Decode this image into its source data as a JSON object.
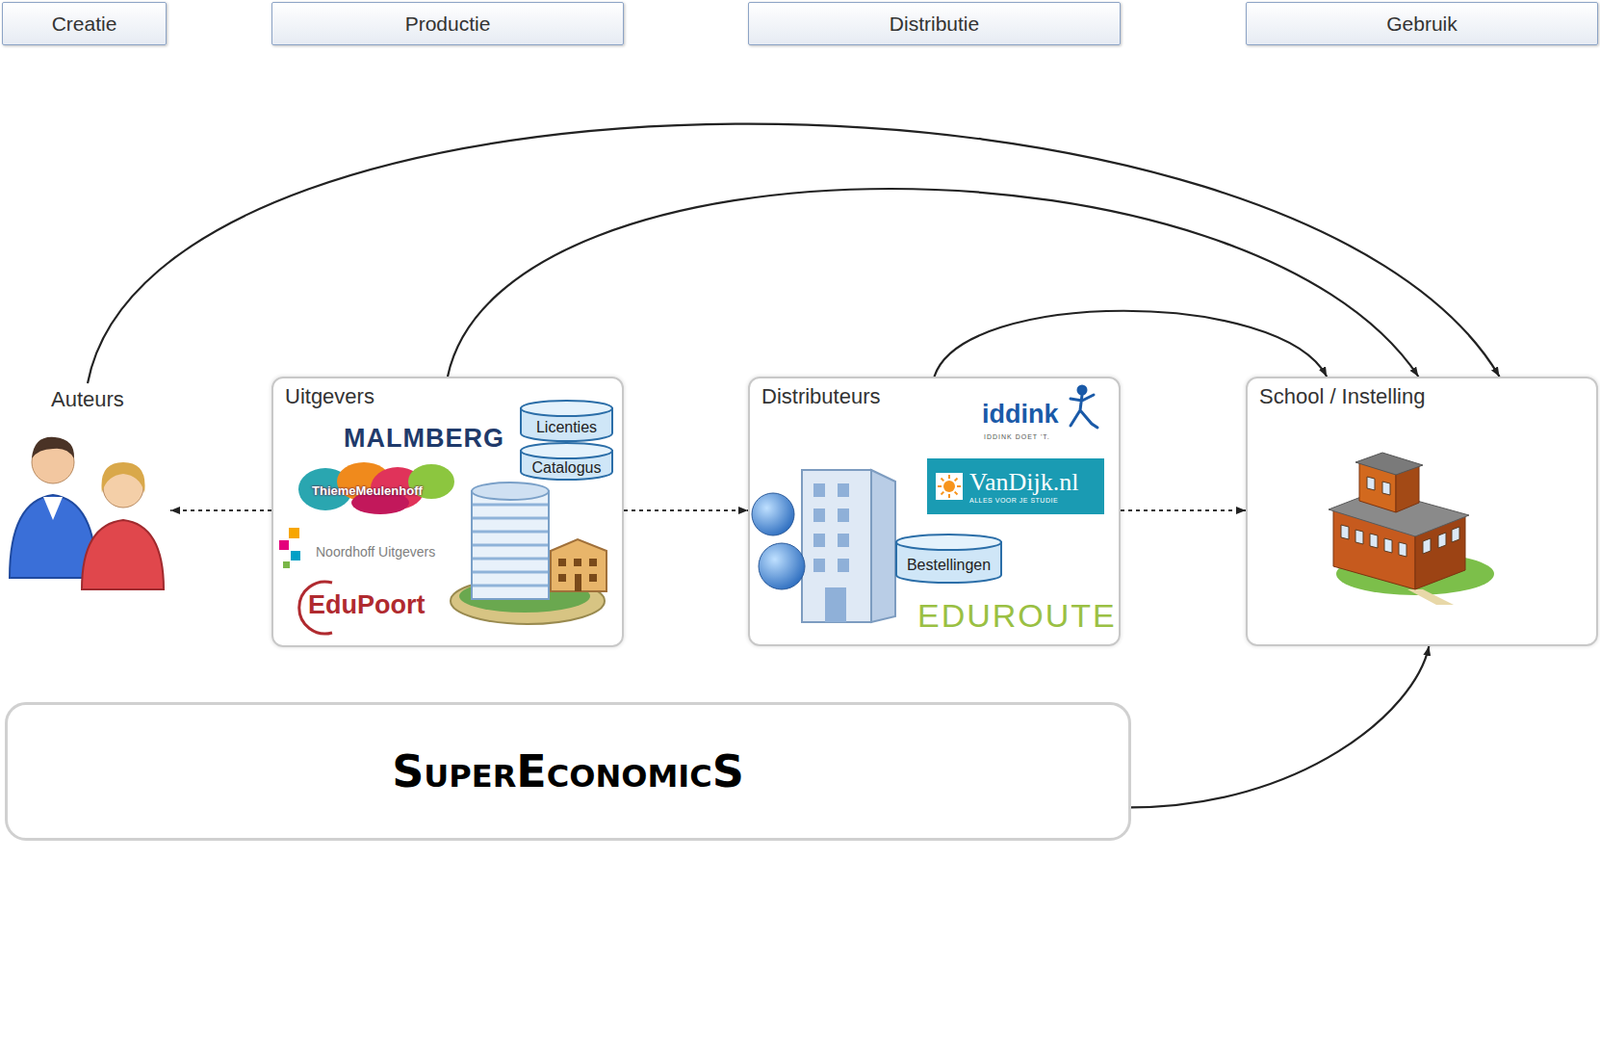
{
  "diagram": {
    "nodes": [
      {
        "text": [
          "Creatie"
        ]
      },
      {
        "text": [
          "Productie"
        ]
      },
      {
        "text": [
          "Distributie"
        ]
      },
      {
        "text": [
          "Gebruik"
        ]
      },
      {
        "text": [
          "Auteurs"
        ]
      },
      {
        "text": [
          "Uitgevers"
        ]
      },
      {
        "text": [
          "Licenties"
        ],
        "in": 5
      },
      {
        "text": [
          "Catalogus"
        ],
        "in": 5
      },
      {
        "text": [
          "Distributeurs"
        ]
      },
      {
        "text": [
          "VanDijk.nl",
          "ALLES VOOR JE STUDIE"
        ],
        "in": 8
      },
      {
        "text": [
          "Bestellingen"
        ],
        "in": 8
      },
      {
        "text": [
          "School / Instelling"
        ]
      },
      {
        "text": [
          "SuperEconomicS"
        ]
      }
    ],
    "edges": [
      {
        "from": 4,
        "to": 11,
        "arrow": "to"
      },
      {
        "from": 5,
        "to": 11,
        "arrow": "to"
      },
      {
        "from": 8,
        "to": 11,
        "arrow": "to"
      },
      {
        "from": 5,
        "to": 4,
        "arrow": "to"
      },
      {
        "from": 5,
        "to": 8,
        "arrow": "to"
      },
      {
        "from": 8,
        "to": 11,
        "arrow": "to"
      },
      {
        "from": 12,
        "to": 11,
        "arrow": "to"
      }
    ],
    "labels": [
      "MALMBERG",
      "ThiemeMeulenhoff",
      "Noordhoff Uitgevers",
      "EduPoort",
      "iddink",
      "IDDINK DOET 'T.",
      "EDUROUTE"
    ]
  }
}
